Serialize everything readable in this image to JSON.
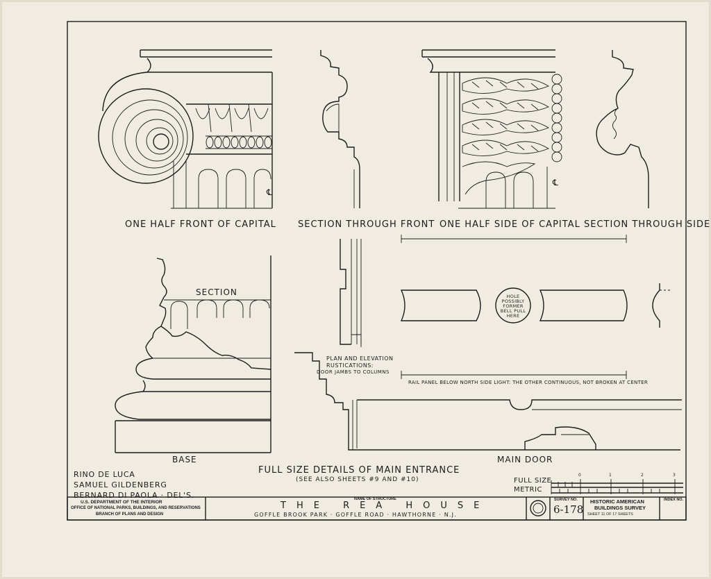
{
  "labels": {
    "half_front": "ONE HALF FRONT OF CAPITAL",
    "section_front": "SECTION THROUGH FRONT",
    "half_side": "ONE HALF SIDE OF CAPITAL",
    "section_side": "SECTION THROUGH SIDE",
    "section": "SECTION",
    "base": "BASE",
    "main_door": "MAIN DOOR",
    "plan_elev_1": "PLAN AND ELEVATION",
    "plan_elev_2": "RUSTICATIONS:",
    "plan_elev_3": "DOOR JAMBS TO COLUMNS",
    "hole_note": [
      "HOLE",
      "POSSIBLY",
      "FORMER",
      "BELL PULL",
      "HERE"
    ],
    "rail_note": "RAIL PANEL BELOW NORTH SIDE LIGHT: THE OTHER CONTINUOUS, NOT BROKEN AT CENTER",
    "centerline": "℄"
  },
  "details": {
    "title": "FULL SIZE DETAILS OF MAIN ENTRANCE",
    "subtitle": "(SEE ALSO SHEETS #9 AND #10)"
  },
  "delineators": [
    "RINO DE LUCA",
    "SAMUEL GILDENBERG",
    "BERNARD DI PAOLA · DEL'S."
  ],
  "scale": {
    "full_size": "FULL SIZE",
    "metric": "METRIC",
    "ticks": [
      "0",
      "1",
      "2",
      "3"
    ]
  },
  "title_block": {
    "agency_1": "U.S. DEPARTMENT OF THE INTERIOR",
    "agency_2": "OFFICE OF NATIONAL PARKS, BUILDINGS, AND RESERVATIONS",
    "agency_3": "BRANCH OF PLANS AND DESIGN",
    "structure_caption": "NAME OF STRUCTURE",
    "structure_name": "THE REA HOUSE",
    "location": "GOFFLE BROOK PARK · GOFFLE ROAD · HAWTHORNE · N.J.",
    "survey_caption": "SURVEY NO.",
    "survey_no": "6-178",
    "habs_1": "HISTORIC AMERICAN",
    "habs_2": "BUILDINGS SURVEY",
    "sheet": "SHEET 11 OF 17 SHEETS",
    "index_caption": "INDEX NO."
  }
}
